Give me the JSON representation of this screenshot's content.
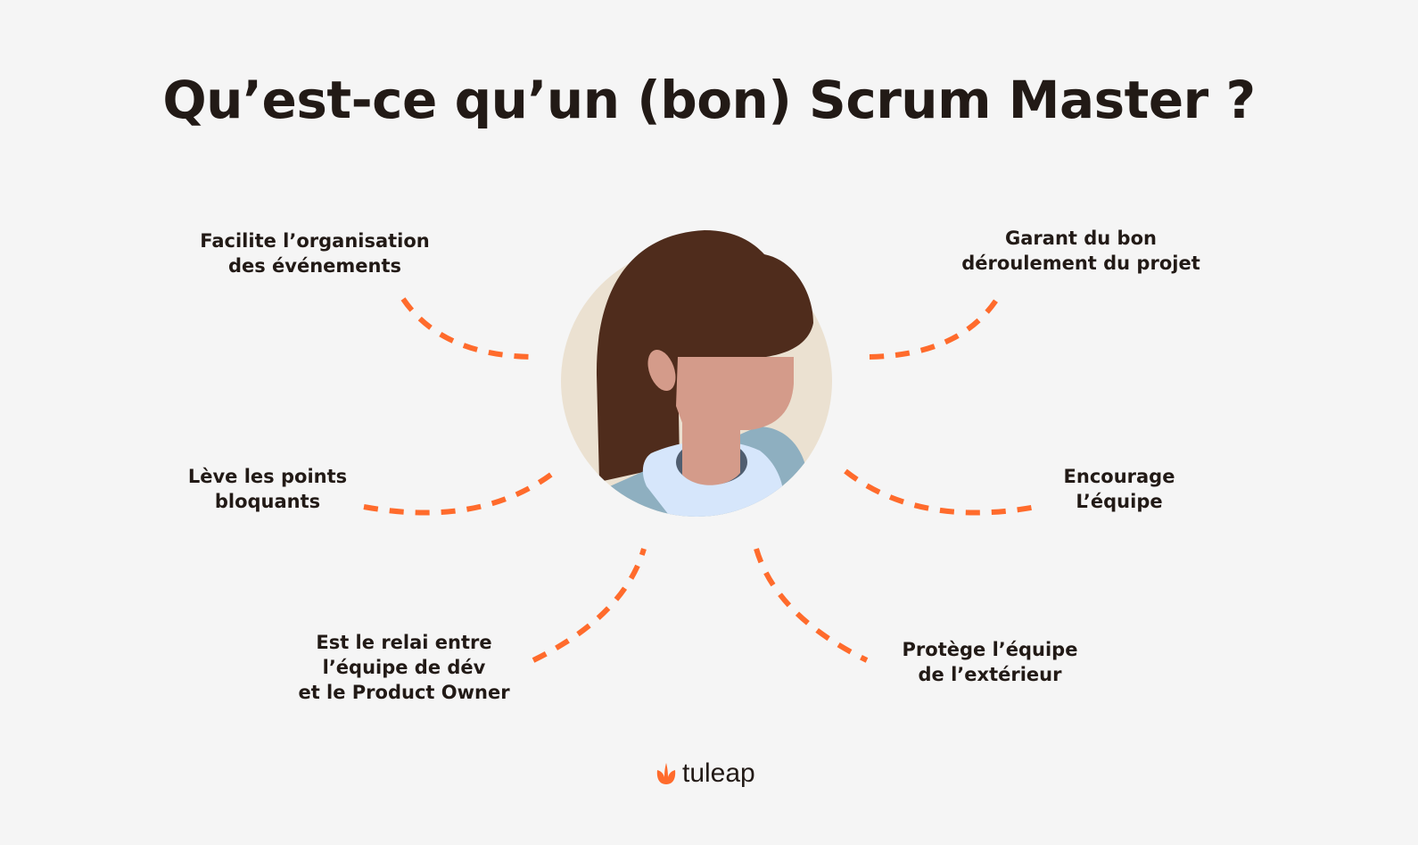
{
  "title": "Qu’est-ce qu’un (bon) Scrum Master ?",
  "roles": [
    {
      "lines": [
        "Facilite l’organisation",
        "des événements"
      ]
    },
    {
      "lines": [
        "Garant du bon",
        "déroulement du projet"
      ]
    },
    {
      "lines": [
        "Lève les points",
        "bloquants"
      ]
    },
    {
      "lines": [
        "Encourage",
        "L’équipe"
      ]
    },
    {
      "lines": [
        "Est le relai entre",
        "l’équipe de dév",
        "et le Product Owner"
      ]
    },
    {
      "lines": [
        "Protège l’équipe",
        "de l’extérieur"
      ]
    }
  ],
  "logo": {
    "text": "tuleap"
  },
  "colors": {
    "accent": "#ff6b2c",
    "hair": "#4f2c1c",
    "skin": "#d49b8a",
    "bg_circle": "#ebe1d1",
    "jacket": "#8eafc0",
    "shirt": "#d6e6fb"
  }
}
